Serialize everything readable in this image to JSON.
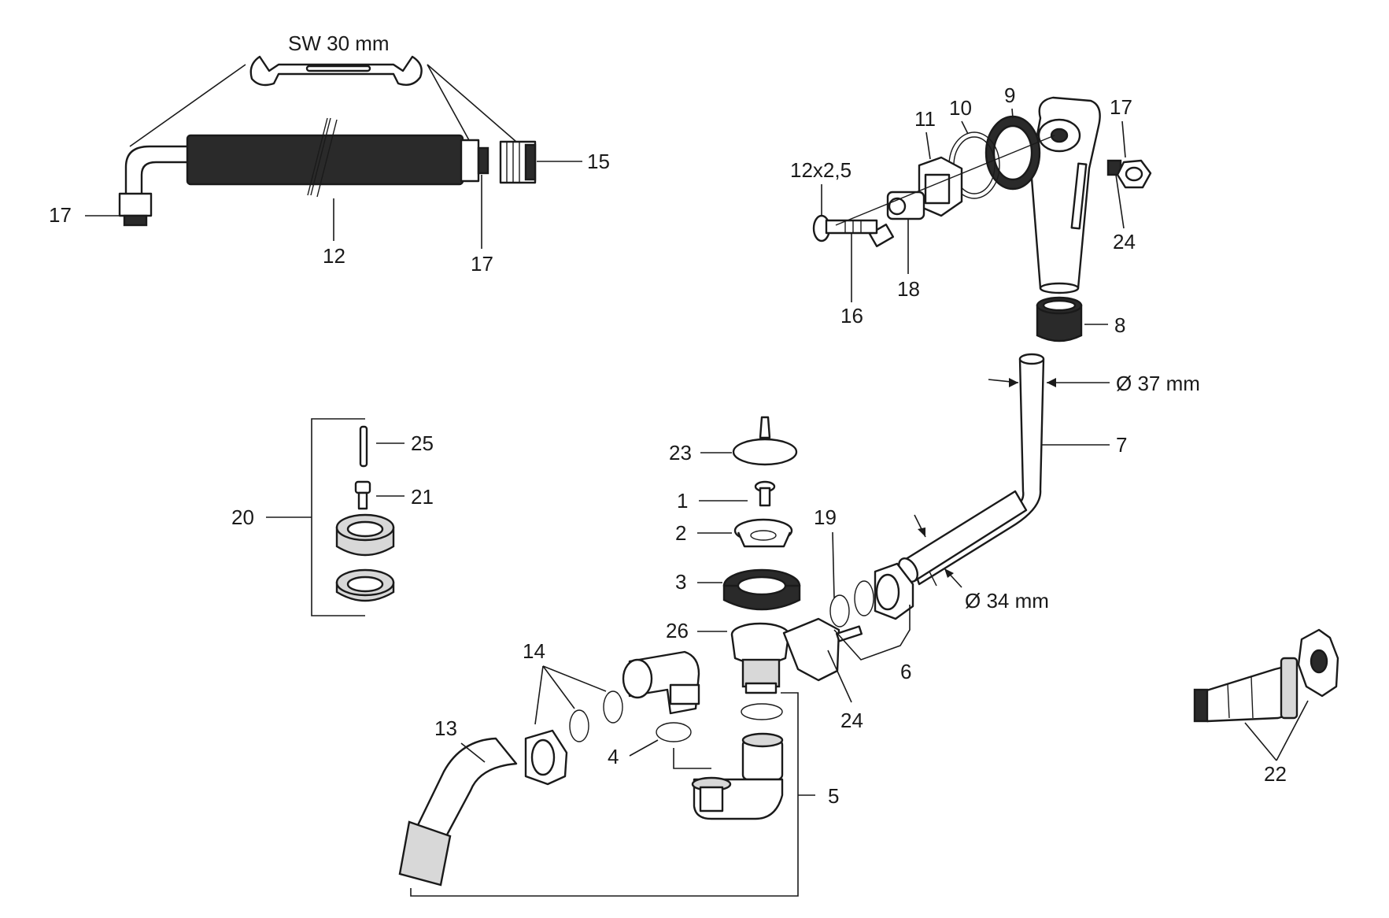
{
  "wrench_label": "SW 30 mm",
  "dim_37": "Ø 37 mm",
  "dim_34": "Ø 34 mm",
  "thread_label": "12x2,5",
  "labels": {
    "l1": "1",
    "l2": "2",
    "l3": "3",
    "l4": "4",
    "l5": "5",
    "l6": "6",
    "l7": "7",
    "l8": "8",
    "l9": "9",
    "l10": "10",
    "l11": "11",
    "l12": "12",
    "l13": "13",
    "l14": "14",
    "l15": "15",
    "l16": "16",
    "l17a": "17",
    "l17b": "17",
    "l17c": "17",
    "l18": "18",
    "l19": "19",
    "l20": "20",
    "l21": "21",
    "l22": "22",
    "l23": "23",
    "l24a": "24",
    "l24b": "24",
    "l25": "25",
    "l26": "26"
  }
}
